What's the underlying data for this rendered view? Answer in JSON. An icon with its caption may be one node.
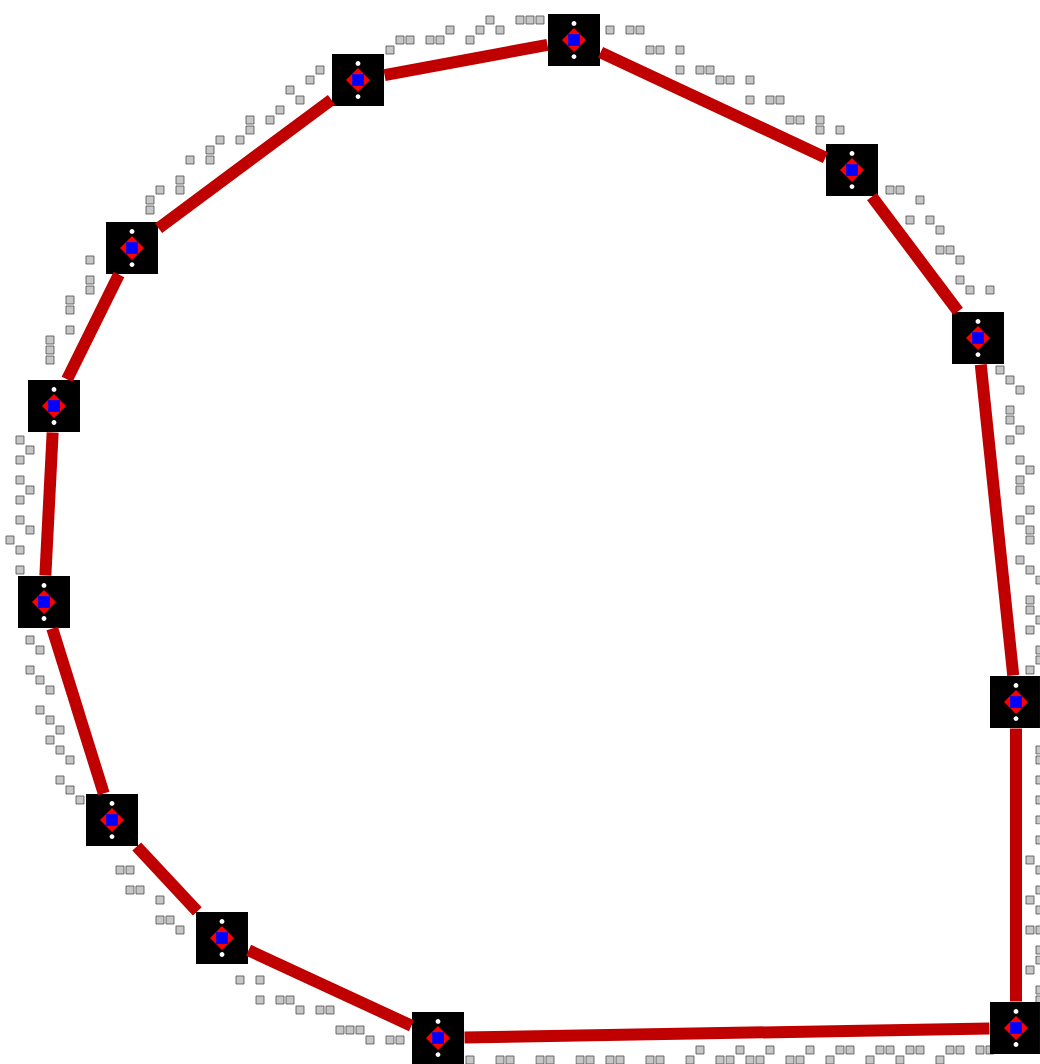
{
  "diagram": {
    "nodes": [
      {
        "text": [],
        "shape": "box"
      },
      {
        "text": [],
        "shape": "box"
      },
      {
        "text": [],
        "shape": "box"
      },
      {
        "text": [],
        "shape": "box"
      },
      {
        "text": [],
        "shape": "box"
      },
      {
        "text": [],
        "shape": "box"
      },
      {
        "text": [],
        "shape": "box"
      },
      {
        "text": [],
        "shape": "box"
      },
      {
        "text": [],
        "shape": "box"
      },
      {
        "text": [],
        "shape": "box"
      },
      {
        "text": [],
        "shape": "box"
      },
      {
        "text": [],
        "shape": "box"
      }
    ],
    "edges": [
      {
        "from": 0,
        "to": 1,
        "arrow": "none"
      },
      {
        "from": 1,
        "to": 2,
        "arrow": "none"
      },
      {
        "from": 2,
        "to": 3,
        "arrow": "none"
      },
      {
        "from": 3,
        "to": 4,
        "arrow": "none"
      },
      {
        "from": 4,
        "to": 5,
        "arrow": "none"
      },
      {
        "from": 5,
        "to": 6,
        "arrow": "none"
      },
      {
        "from": 6,
        "to": 7,
        "arrow": "none"
      },
      {
        "from": 7,
        "to": 8,
        "arrow": "none"
      },
      {
        "from": 8,
        "to": 9,
        "arrow": "none"
      },
      {
        "from": 9,
        "to": 10,
        "arrow": "none"
      },
      {
        "from": 10,
        "to": 11,
        "arrow": "none"
      },
      {
        "from": 11,
        "to": 0,
        "arrow": "none"
      }
    ]
  }
}
